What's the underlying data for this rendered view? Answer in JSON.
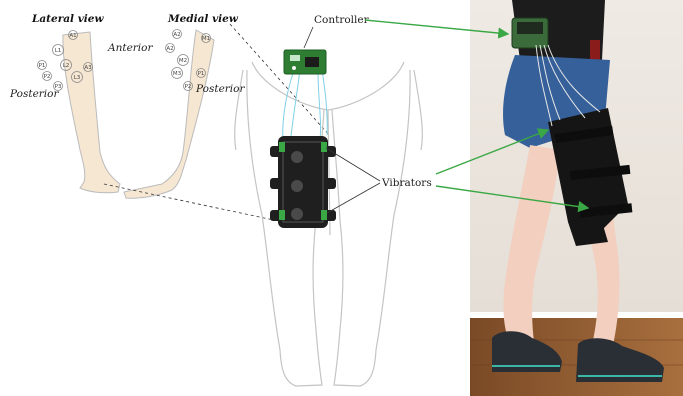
{
  "views": {
    "lateral_title": "Lateral view",
    "medial_title": "Medial view",
    "anterior": "Anterior",
    "posterior_left": "Posterior",
    "posterior_right": "Posterior"
  },
  "callouts": {
    "controller": "Controller",
    "vibrators": "Vibrators"
  },
  "lateral_sites": [
    "A1",
    "L1",
    "P1",
    "L2",
    "A3",
    "L3",
    "P2",
    "P3"
  ],
  "medial_sites": [
    "A2",
    "M1",
    "A2",
    "M2",
    "M3",
    "P1",
    "P2"
  ],
  "colors": {
    "accent": "#3aa845",
    "skin": "#f6e7d2",
    "leg_outline": "#bbbbbb",
    "strap": "#1f1f1f",
    "board": "#2e7d32"
  }
}
